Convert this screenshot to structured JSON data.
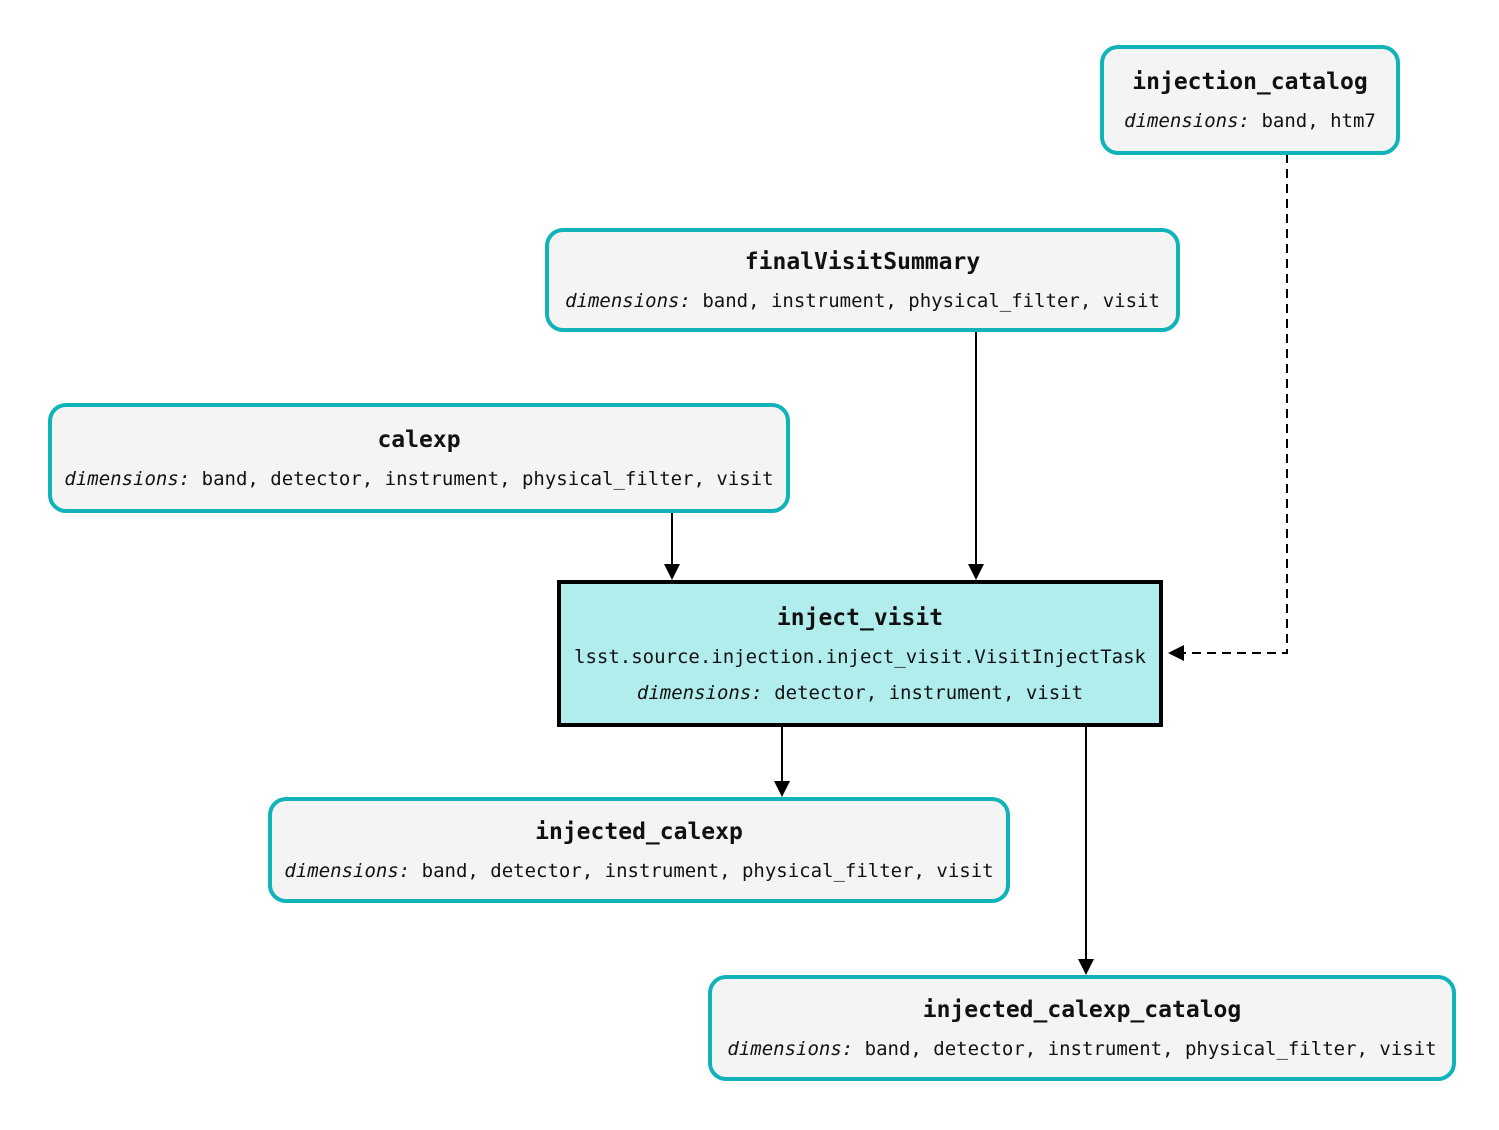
{
  "diagram": {
    "kind": "pipeline-task-graph",
    "colors": {
      "background": "#ffffff",
      "dataset_border": "#0fb3b8",
      "dataset_fill": "#f4f4f4",
      "task_fill": "#b2eded",
      "task_border": "#000000",
      "edge": "#000000",
      "text": "#111111"
    },
    "nodes": {
      "injection_catalog": {
        "kind": "dataset",
        "title": "injection_catalog",
        "dims_label": "dimensions:",
        "dims": "band, htm7"
      },
      "finalVisitSummary": {
        "kind": "dataset",
        "title": "finalVisitSummary",
        "dims_label": "dimensions:",
        "dims": "band, instrument, physical_filter, visit"
      },
      "calexp": {
        "kind": "dataset",
        "title": "calexp",
        "dims_label": "dimensions:",
        "dims": "band, detector, instrument, physical_filter, visit"
      },
      "inject_visit": {
        "kind": "task",
        "title": "inject_visit",
        "task_class": "lsst.source.injection.inject_visit.VisitInjectTask",
        "dims_label": "dimensions:",
        "dims": "detector, instrument, visit"
      },
      "injected_calexp": {
        "kind": "dataset",
        "title": "injected_calexp",
        "dims_label": "dimensions:",
        "dims": "band, detector, instrument, physical_filter, visit"
      },
      "injected_calexp_catalog": {
        "kind": "dataset",
        "title": "injected_calexp_catalog",
        "dims_label": "dimensions:",
        "dims": "band, detector, instrument, physical_filter, visit"
      }
    },
    "edges": [
      {
        "from": "calexp",
        "to": "inject_visit",
        "style": "solid"
      },
      {
        "from": "finalVisitSummary",
        "to": "inject_visit",
        "style": "solid"
      },
      {
        "from": "injection_catalog",
        "to": "inject_visit",
        "style": "dashed"
      },
      {
        "from": "inject_visit",
        "to": "injected_calexp",
        "style": "solid"
      },
      {
        "from": "inject_visit",
        "to": "injected_calexp_catalog",
        "style": "solid"
      }
    ]
  }
}
